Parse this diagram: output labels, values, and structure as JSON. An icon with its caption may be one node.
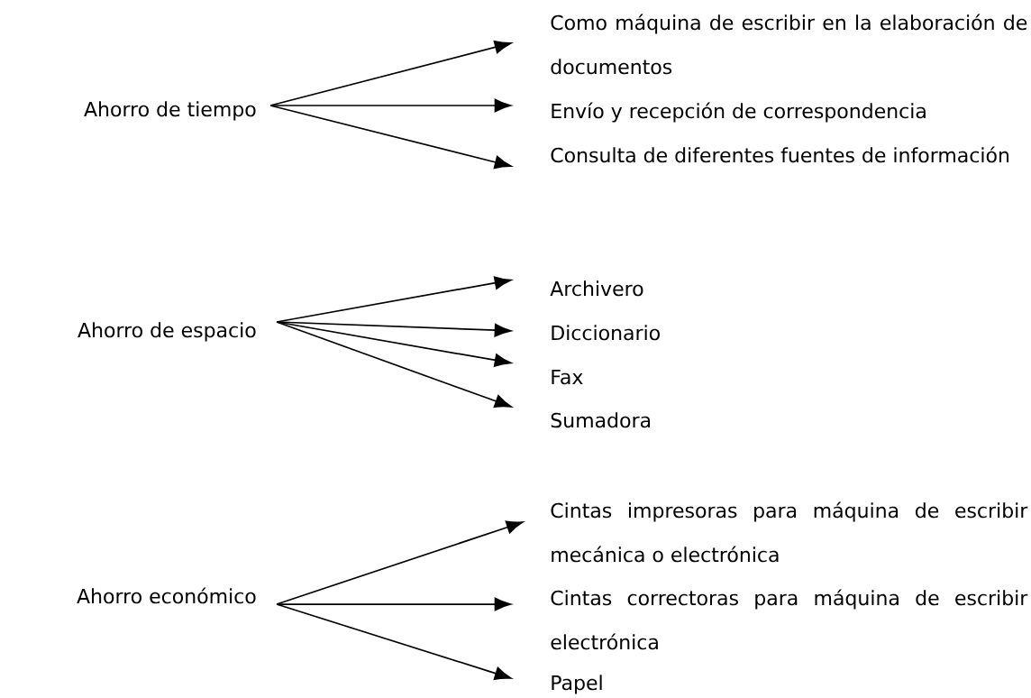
{
  "diagram": {
    "nodes": [
      {
        "text": [
          "Ahorro de tiempo"
        ]
      },
      {
        "text": [
          "Ahorro de espacio"
        ]
      },
      {
        "text": [
          "Ahorro económico"
        ]
      },
      {
        "text": [
          "Como máquina de escribir en la elaboración de documentos"
        ]
      },
      {
        "text": [
          "Envío y recepción de correspondencia"
        ]
      },
      {
        "text": [
          "Consulta de diferentes fuentes de información"
        ]
      },
      {
        "text": [
          "Archivero"
        ]
      },
      {
        "text": [
          "Diccionario"
        ]
      },
      {
        "text": [
          "Fax"
        ]
      },
      {
        "text": [
          "Sumadora"
        ]
      },
      {
        "text": [
          "Cintas impresoras para máquina de escribir mecánica o electrónica"
        ]
      },
      {
        "text": [
          "Cintas correctoras para máquina de escribir electrónica"
        ]
      },
      {
        "text": [
          "Papel"
        ]
      }
    ],
    "edges": [
      {
        "from": 0,
        "to": 3,
        "arrow": "to"
      },
      {
        "from": 0,
        "to": 4,
        "arrow": "to"
      },
      {
        "from": 0,
        "to": 5,
        "arrow": "to"
      },
      {
        "from": 1,
        "to": 6,
        "arrow": "to"
      },
      {
        "from": 1,
        "to": 7,
        "arrow": "to"
      },
      {
        "from": 1,
        "to": 8,
        "arrow": "to"
      },
      {
        "from": 1,
        "to": 9,
        "arrow": "to"
      },
      {
        "from": 2,
        "to": 10,
        "arrow": "to"
      },
      {
        "from": 2,
        "to": 11,
        "arrow": "to"
      },
      {
        "from": 2,
        "to": 12,
        "arrow": "to"
      }
    ]
  }
}
